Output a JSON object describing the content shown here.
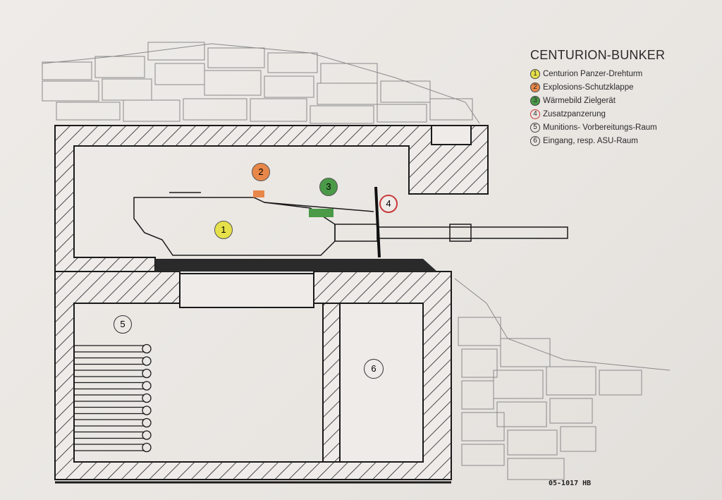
{
  "title": "CENTURION-BUNKER",
  "legend": [
    {
      "num": "1",
      "label": "Centurion Panzer-Drehturm",
      "color": "#e6e04a"
    },
    {
      "num": "2",
      "label": "Explosions-Schutzklappe",
      "color": "#e8874a"
    },
    {
      "num": "3",
      "label": "Wärmebild Zielgerät",
      "color": "#4a9a48"
    },
    {
      "num": "4",
      "label": "Zusatzpanzerung",
      "color": "#f0d8d8"
    },
    {
      "num": "5",
      "label": "Munitions- Vorbereitungs-Raum",
      "color": "none"
    },
    {
      "num": "6",
      "label": "Eingang, resp. ASU-Raum",
      "color": "none"
    }
  ],
  "markers": {
    "m1": "1",
    "m2": "2",
    "m3": "3",
    "m4": "4",
    "m5": "5",
    "m6": "6"
  },
  "signature": "05-1017 HB"
}
